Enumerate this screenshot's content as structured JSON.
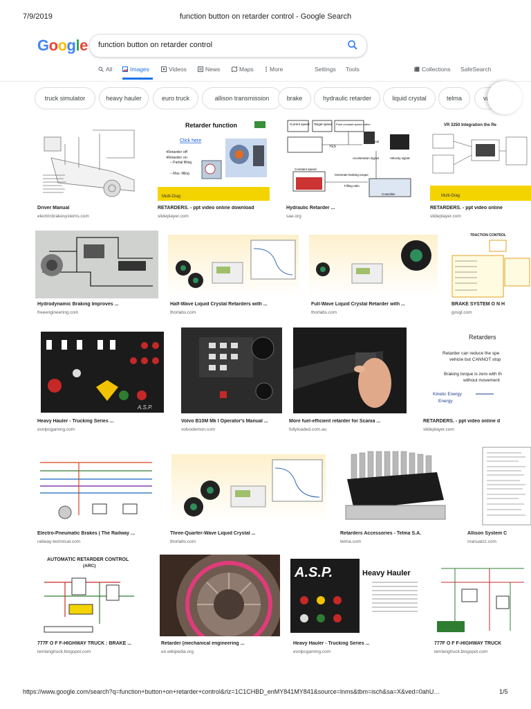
{
  "print_header": {
    "date": "7/9/2019",
    "title": "function button on retarder control - Google Search"
  },
  "logo": {
    "text": "Google",
    "letters": [
      "G",
      "o",
      "o",
      "g",
      "l",
      "e"
    ],
    "colors": [
      "#4285f4",
      "#ea4335",
      "#fbbc05",
      "#4285f4",
      "#34a853",
      "#ea4335"
    ]
  },
  "search": {
    "query": "function button on retarder control"
  },
  "tabs": [
    {
      "label": "All",
      "icon": "search-icon"
    },
    {
      "label": "Images",
      "icon": "image-icon",
      "active": true
    },
    {
      "label": "Videos",
      "icon": "play-icon"
    },
    {
      "label": "News",
      "icon": "news-icon"
    },
    {
      "label": "Maps",
      "icon": "map-icon"
    },
    {
      "label": "More",
      "icon": "more-icon"
    },
    {
      "label": "Settings"
    },
    {
      "label": "Tools"
    },
    {
      "label": "Collections",
      "icon": "collections-icon"
    },
    {
      "label": "SafeSearch"
    }
  ],
  "chips": [
    "truck simulator",
    "heavy hauler",
    "euro truck",
    "allison transmission",
    "brake",
    "hydraulic retarder",
    "liquid crystal",
    "telma",
    "van"
  ],
  "results": [
    {
      "caption": "Driver Manual",
      "source": "electricbrakesystems.com"
    },
    {
      "caption": "RETARDERS. - ppt video online download",
      "source": "slideplayer.com"
    },
    {
      "caption": "Hydraulic Retarder ...",
      "source": "sae.org"
    },
    {
      "caption": "RETARDERS. - ppt video online",
      "source": "slideplayer.com"
    },
    {
      "caption": "Hydrodynamic Braking Improves ...",
      "source": "freeengineering.com"
    },
    {
      "caption": "Half-Wave Liquid Crystal Retarders with ...",
      "source": "thorlabs.com"
    },
    {
      "caption": "Full-Wave Liquid Crystal Retarder with ...",
      "source": "thorlabs.com"
    },
    {
      "caption": "BRAKE SYSTEM O N H",
      "source": "gosgl.com"
    },
    {
      "caption": "Heavy Hauler - Trucking Series ...",
      "source": "evolpcgaming.com"
    },
    {
      "caption": "Volvo B10M Mk I Operator's Manual ...",
      "source": "volvodemon.com"
    },
    {
      "caption": "More fuel-efficient retarder for Scania ...",
      "source": "fullyloaded.com.au"
    },
    {
      "caption": "RETARDERS. - ppt video online d",
      "source": "slideplayer.com"
    },
    {
      "caption": "Electro-Pneumatic Brakes | The Railway ...",
      "source": "railway-technical.com"
    },
    {
      "caption": "Three-Quarter-Wave Liquid Crystal ...",
      "source": "thorlabs.com"
    },
    {
      "caption": "Retarders Accessories - Telma S.A.",
      "source": "telma.com"
    },
    {
      "caption": "Allison System C",
      "source": "manualzz.com"
    },
    {
      "caption": "777F O F F-HIGHWAY TRUCK : BRAKE ...",
      "source": "lemlangtruck.blogspot.com"
    },
    {
      "caption": "Retarder (mechanical engineering ...",
      "source": "en.wikipedia.org"
    },
    {
      "caption": "Heavy Hauler - Trucking Series ...",
      "source": "evolpcgaming.com"
    },
    {
      "caption": "777F O F F-HIGHWAY TRUCK",
      "source": "lemlangtruck.blogspot.com"
    }
  ],
  "thumb_text": {
    "retarder_function_title": "Retarder function",
    "click_here": "Click here",
    "bullet_off": "•Retarder off",
    "bullet_on": "•Retarder on",
    "partial": "– Partial filling",
    "max": "– Max. filling",
    "multidiag": "Multi-Diag",
    "current_speed": "Current speed",
    "target_speed": "Target speed",
    "push_button": "Push constant speed button",
    "shift_signal": "Shift signal",
    "accel_signal": "Acceleration signal",
    "velocity_signal": "Velocity signal",
    "constant_speed": "Constant speed",
    "generate_braking": "Generate braking torque",
    "filling_ratio": "Filling ratio",
    "controller": "Controller",
    "yes": "YES",
    "vr3250": "VR 3250 Integration the Re",
    "traction_control": "TRACTION CONTROL",
    "retarders_title": "Retarders",
    "retarders_line1": "Retarder can reduce the spe",
    "retarders_line2": "vehicle but CANNOT stop",
    "retarders_line3": "Braking torque is zero with th",
    "retarders_line4": "without movement",
    "kinetic": "Kinetic Energy",
    "energy": "Energy",
    "arc_title": "AUTOMATIC RETARDER CONTROL",
    "arc_sub": "(ARC)",
    "asp": "A.S.P.",
    "heavy_hauler": "Heavy Hauler"
  }
}
